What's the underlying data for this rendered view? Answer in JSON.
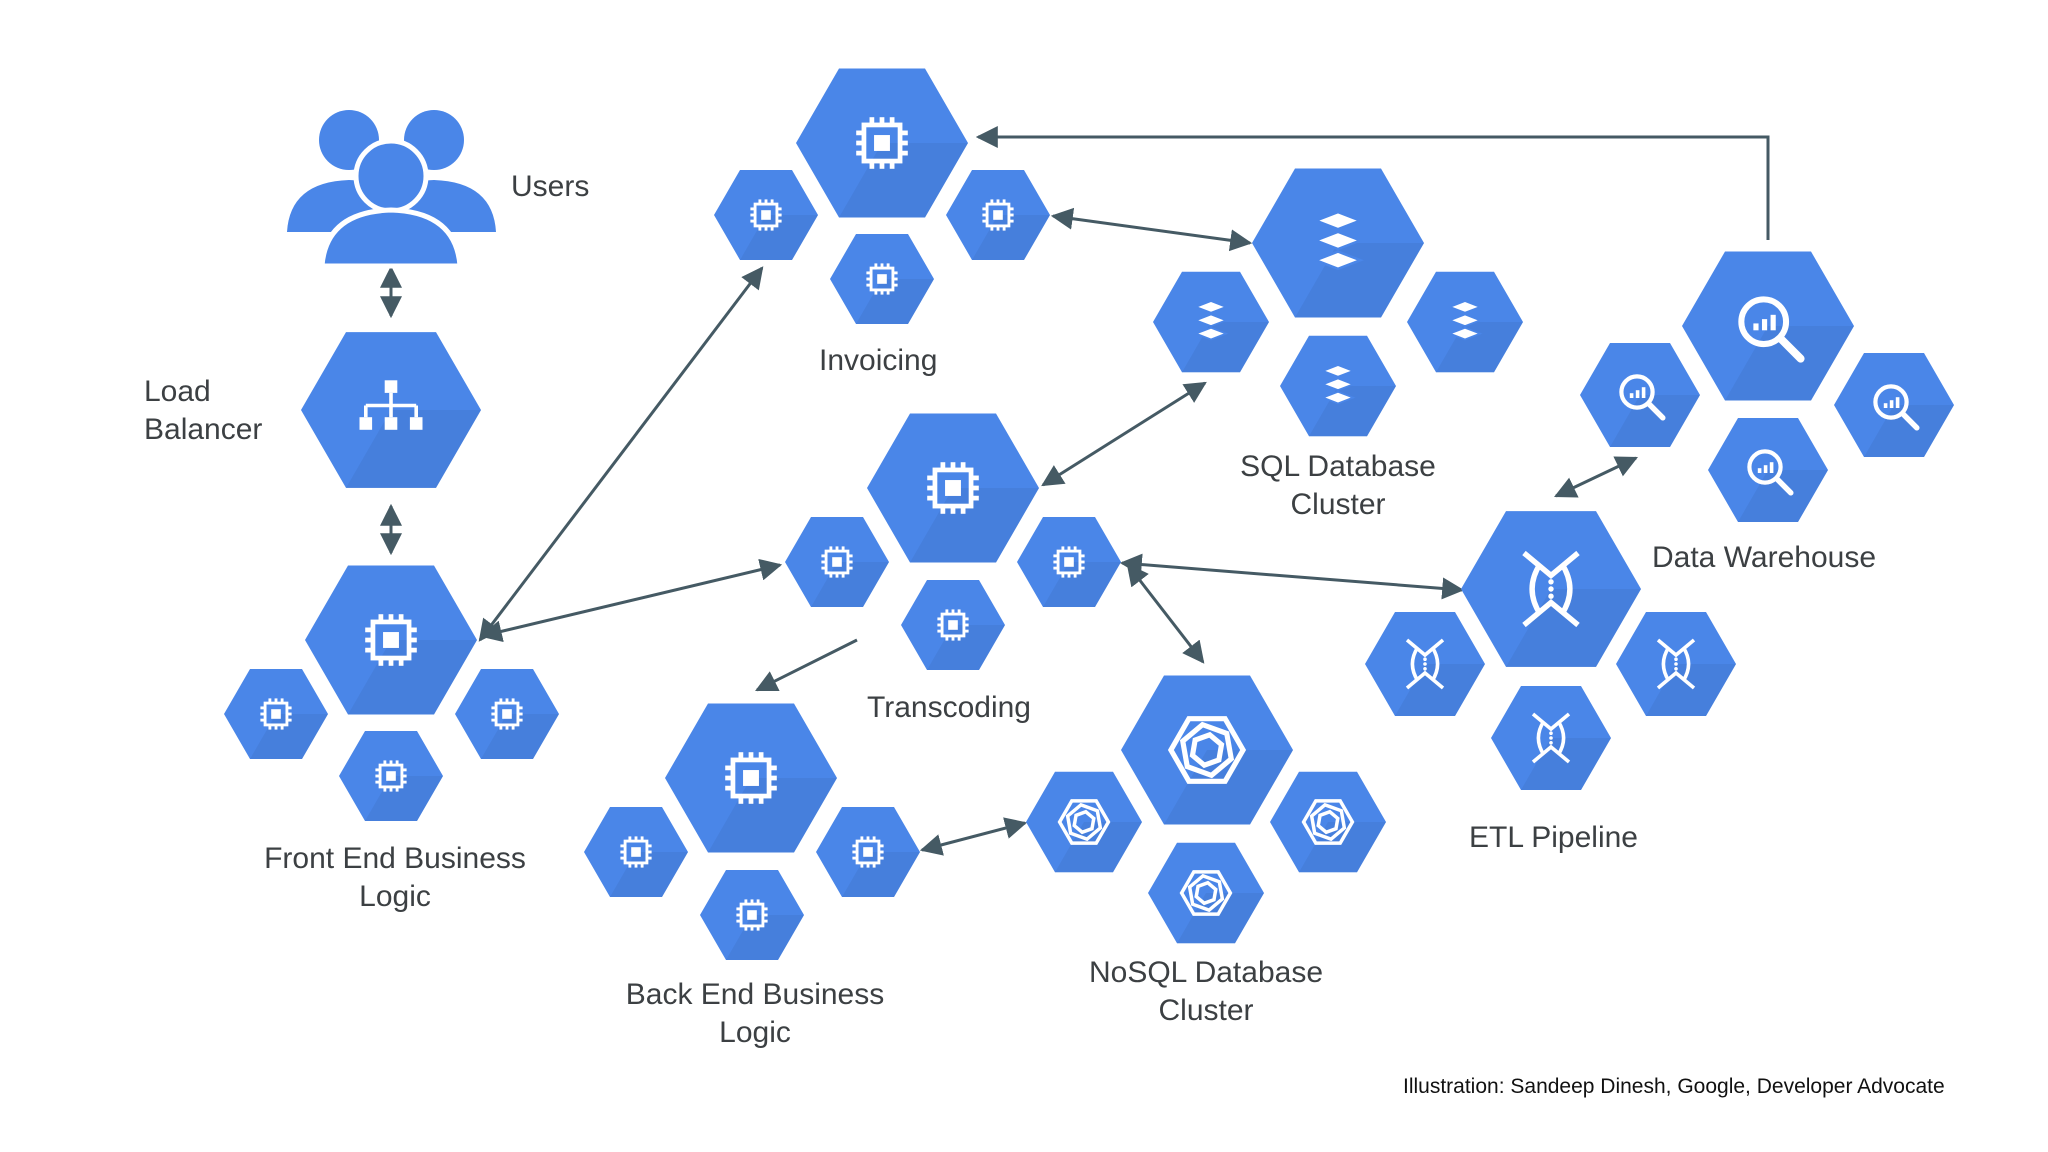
{
  "credit": "Illustration: Sandeep Dinesh, Google, Developer Advocate",
  "colors": {
    "hexagon": "#4a86e8",
    "hexagon_shadow": "#3f72c6",
    "arrow": "#455a64",
    "label": "#3c4043"
  },
  "nodes": {
    "users": {
      "lines": [
        "Users"
      ],
      "icon": "users-icon"
    },
    "load_balancer": {
      "lines": [
        "Load",
        "Balancer"
      ],
      "icon": "load-balancer-icon"
    },
    "front_end": {
      "lines": [
        "Front End Business",
        "Logic"
      ],
      "icon": "compute-chip-icon"
    },
    "invoicing": {
      "lines": [
        "Invoicing"
      ],
      "icon": "compute-chip-icon"
    },
    "sql_cluster": {
      "lines": [
        "SQL Database",
        "Cluster"
      ],
      "icon": "database-stack-icon"
    },
    "transcoding": {
      "lines": [
        "Transcoding"
      ],
      "icon": "compute-chip-icon"
    },
    "back_end": {
      "lines": [
        "Back End Business",
        "Logic"
      ],
      "icon": "compute-chip-icon"
    },
    "nosql_cluster": {
      "lines": [
        "NoSQL Database",
        "Cluster"
      ],
      "icon": "nosql-spiral-icon"
    },
    "etl_pipeline": {
      "lines": [
        "ETL Pipeline"
      ],
      "icon": "dataflow-icon"
    },
    "data_warehouse": {
      "lines": [
        "Data Warehouse"
      ],
      "icon": "query-analytics-icon"
    }
  }
}
